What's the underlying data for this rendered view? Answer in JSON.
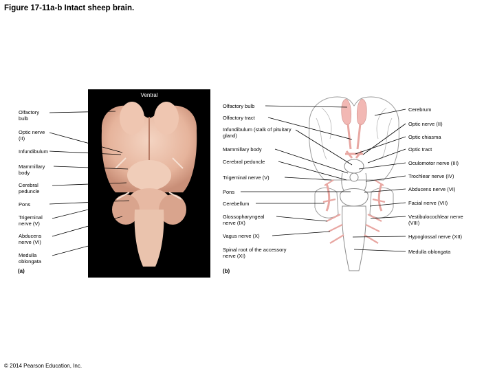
{
  "title": "Figure 17-11a-b  Intact sheep brain.",
  "copyright": "© 2014 Pearson Education, Inc.",
  "photo": {
    "view_label": "Ventral",
    "panel_label": "(a)"
  },
  "diagram": {
    "panel_label": "(b)"
  },
  "left_labels": [
    "Olfactory bulb",
    "Optic nerve (II)",
    "Infundibulum",
    "Mammillary body",
    "Cerebral peduncle",
    "Pons",
    "Trigeminal nerve (V)",
    "Abducens nerve (VI)",
    "Medulla oblongata"
  ],
  "mid_labels": [
    "Olfactory bulb",
    "Olfactory tract",
    "Infundibulum (stalk of pituitary gland)",
    "Mammillary body",
    "Cerebral peduncle",
    "Trigeminal nerve (V)",
    "Pons",
    "Cerebellum",
    "Glossopharyngeal nerve (IX)",
    "Vagus nerve (X)",
    "Spinal root of the accessory nerve (XI)"
  ],
  "right_labels": [
    "Cerebrum",
    "Optic nerve (II)",
    "Optic chiasma",
    "Optic tract",
    "Oculomotor nerve (III)",
    "Trochlear nerve (IV)",
    "Abducens nerve (VI)",
    "Facial nerve (VII)",
    "Vestibulocochlear nerve (VIII)",
    "Hypoglossal nerve (XII)",
    "Medulla oblongata"
  ],
  "colors": {
    "tissue": "#e9b9a2",
    "tissue_dark": "#c98f78",
    "tissue_light": "#f3d3c0",
    "nerve_pink": "#f2b8b4",
    "outline": "#9a9a9a"
  }
}
